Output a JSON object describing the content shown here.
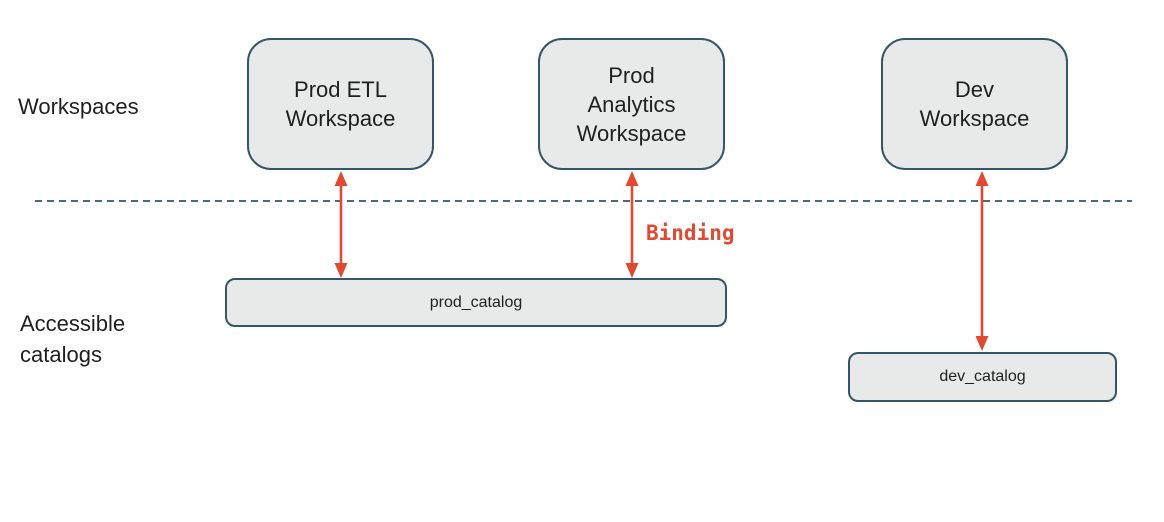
{
  "diagram": {
    "row_labels": {
      "workspaces": "Workspaces",
      "accessible_catalogs": "Accessible\ncatalogs"
    },
    "workspaces": [
      {
        "label": "Prod ETL\nWorkspace"
      },
      {
        "label": "Prod\nAnalytics\nWorkspace"
      },
      {
        "label": "Dev\nWorkspace"
      }
    ],
    "catalogs": [
      {
        "label": "prod_catalog"
      },
      {
        "label": "dev_catalog"
      }
    ],
    "annotations": {
      "binding_label": "Binding"
    },
    "colors": {
      "box_fill": "#e8e9e9",
      "box_border": "#33566b",
      "dashed_line": "#33566b",
      "arrow": "#e04a33",
      "binding_text": "#e04a33",
      "text": "#1f1f1f"
    }
  }
}
